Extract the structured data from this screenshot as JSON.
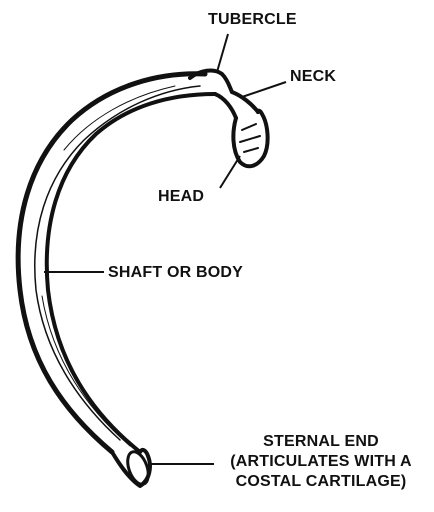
{
  "labels": {
    "tubercle": "TUBERCLE",
    "neck": "NECK",
    "head": "HEAD",
    "shaft": "SHAFT OR BODY",
    "sternal_line1": "STERNAL END",
    "sternal_line2": "(ARTICULATES WITH A",
    "sternal_line3": "COSTAL CARTILAGE)"
  },
  "colors": {
    "ink": "#111111",
    "background": "#ffffff"
  }
}
